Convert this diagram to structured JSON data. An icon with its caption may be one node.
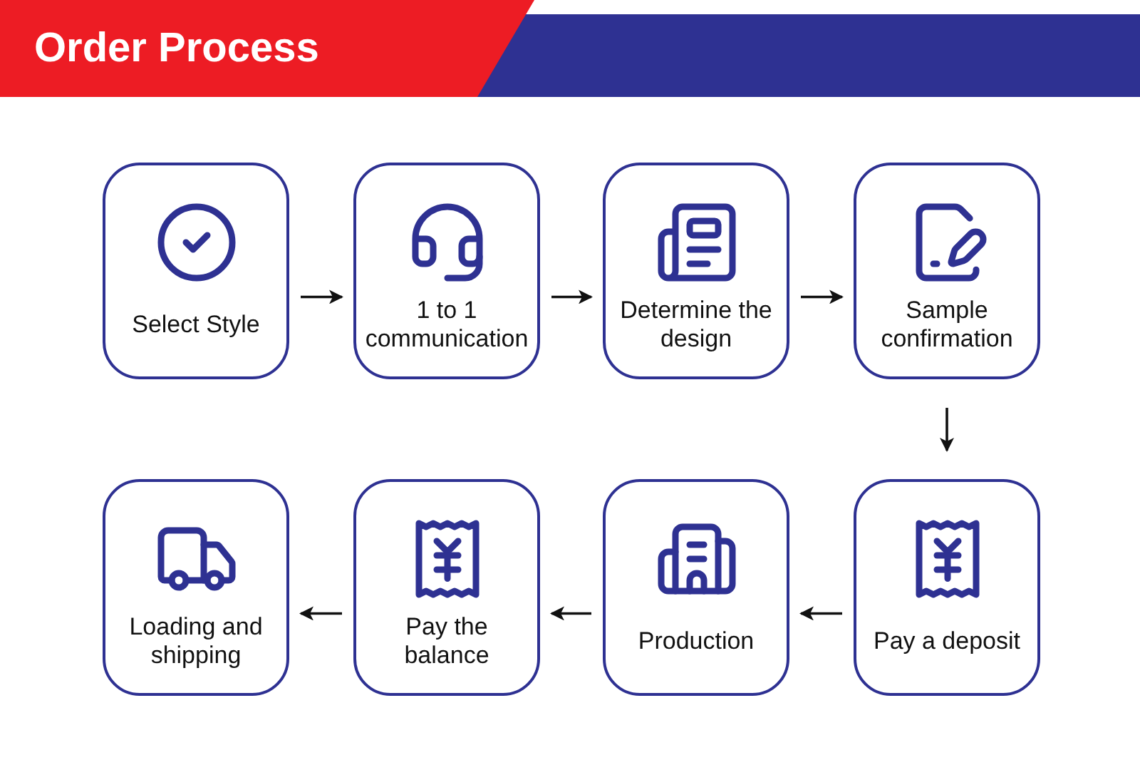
{
  "diagram": {
    "title": "Order Process",
    "nodes": [
      {
        "text": [
          "Select Style"
        ]
      },
      {
        "text": [
          "1 to 1 communication"
        ]
      },
      {
        "text": [
          "Determine the design"
        ]
      },
      {
        "text": [
          "Sample confirmation"
        ]
      },
      {
        "text": [
          "Pay a deposit"
        ]
      },
      {
        "text": [
          "Production"
        ]
      },
      {
        "text": [
          "Pay the balance"
        ]
      },
      {
        "text": [
          "Loading and shipping"
        ]
      }
    ],
    "edges": [
      {
        "from": 0,
        "to": 1,
        "arrow": "to"
      },
      {
        "from": 1,
        "to": 2,
        "arrow": "to"
      },
      {
        "from": 2,
        "to": 3,
        "arrow": "to"
      },
      {
        "from": 3,
        "to": 4,
        "arrow": "to"
      },
      {
        "from": 4,
        "to": 5,
        "arrow": "to"
      },
      {
        "from": 5,
        "to": 6,
        "arrow": "to"
      },
      {
        "from": 6,
        "to": 7,
        "arrow": "to"
      }
    ]
  }
}
